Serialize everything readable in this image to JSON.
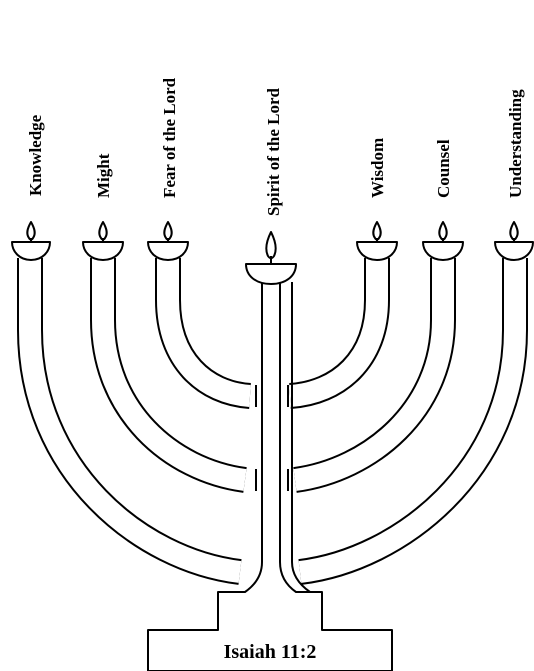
{
  "labels": {
    "knowledge": "Knowledge",
    "might": "Might",
    "fear_of_the_lord": "Fear of the Lord",
    "spirit_of_the_lord": "Spirit of the Lord",
    "wisdom": "Wisdom",
    "counsel": "Counsel",
    "understanding": "Understanding"
  },
  "base_text": "Isaiah 11:2",
  "colors": {
    "stroke": "#000000",
    "background": "#ffffff"
  }
}
